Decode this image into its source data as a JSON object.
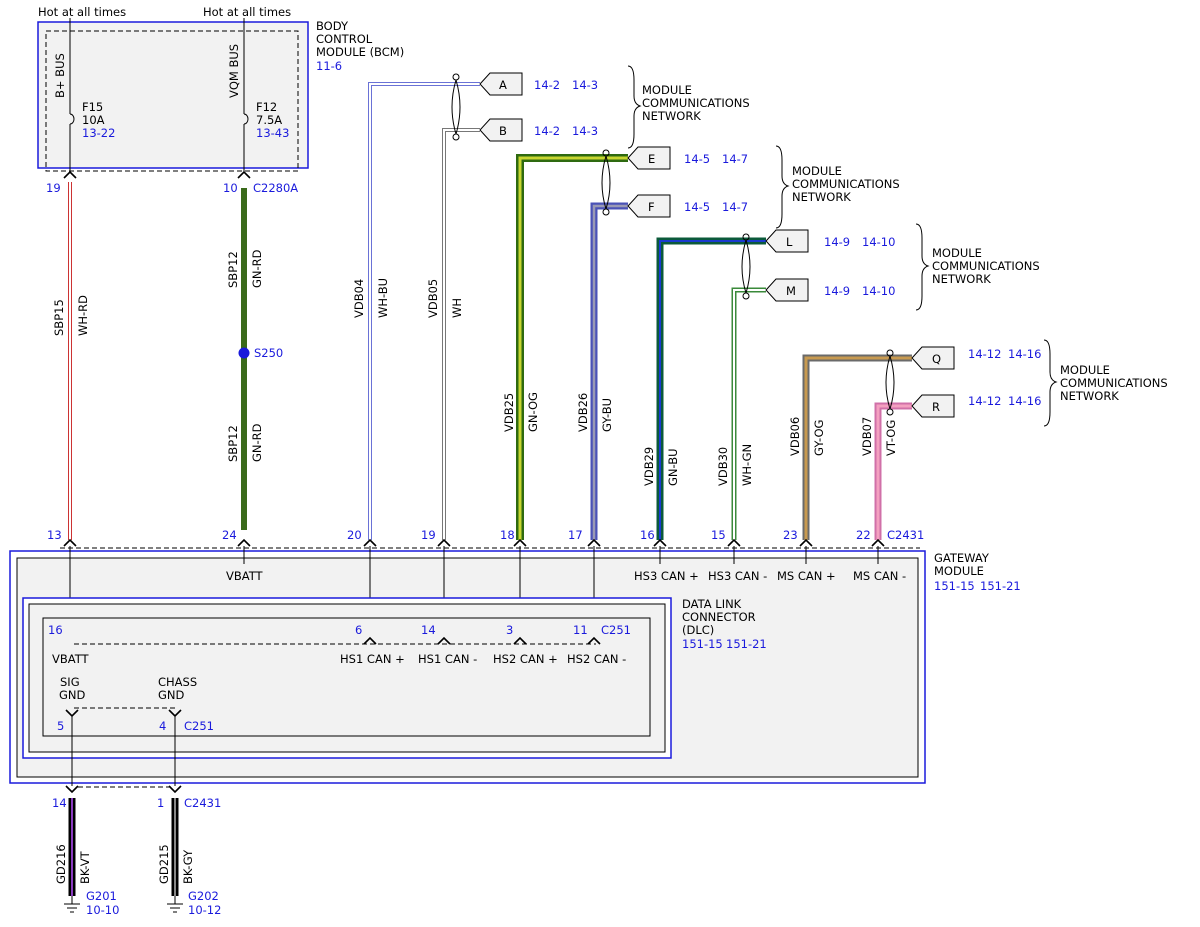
{
  "top_labels": {
    "hot1": "Hot at all times",
    "hot2": "Hot at all times"
  },
  "bcm": {
    "title_lines": [
      "BODY",
      "CONTROL",
      "MODULE (BCM)"
    ],
    "ref": "11-6",
    "bus_left": "B+ BUS",
    "bus_right": "VQM BUS",
    "fuse_left": {
      "name": "F15",
      "rating": "10A",
      "ref": "13-22"
    },
    "fuse_right": {
      "name": "F12",
      "rating": "7.5A",
      "ref": "13-43"
    },
    "pin_left": "19",
    "pin_right": "10",
    "connector": "C2280A"
  },
  "splice": {
    "name": "S250"
  },
  "circuits": {
    "sbp15": {
      "circuit": "SBP15",
      "color": "WH-RD"
    },
    "sbp12_top": {
      "circuit": "SBP12",
      "color": "GN-RD"
    },
    "sbp12_bot": {
      "circuit": "SBP12",
      "color": "GN-RD"
    },
    "vdb04": {
      "circuit": "VDB04",
      "color": "WH-BU"
    },
    "vdb05": {
      "circuit": "VDB05",
      "color": "WH"
    },
    "vdb25": {
      "circuit": "VDB25",
      "color": "GN-OG"
    },
    "vdb26": {
      "circuit": "VDB26",
      "color": "GY-BU"
    },
    "vdb29": {
      "circuit": "VDB29",
      "color": "GN-BU"
    },
    "vdb30": {
      "circuit": "VDB30",
      "color": "WH-GN"
    },
    "vdb06": {
      "circuit": "VDB06",
      "color": "GY-OG"
    },
    "vdb07": {
      "circuit": "VDB07",
      "color": "VT-OG"
    },
    "gd216": {
      "circuit": "GD216",
      "color": "BK-VT"
    },
    "gd215": {
      "circuit": "GD215",
      "color": "BK-GY"
    }
  },
  "offpage": {
    "A": {
      "letter": "A",
      "ref1": "14-2",
      "ref2": "14-3"
    },
    "B": {
      "letter": "B",
      "ref1": "14-2",
      "ref2": "14-3"
    },
    "E": {
      "letter": "E",
      "ref1": "14-5",
      "ref2": "14-7"
    },
    "F": {
      "letter": "F",
      "ref1": "14-5",
      "ref2": "14-7"
    },
    "L": {
      "letter": "L",
      "ref1": "14-9",
      "ref2": "14-10"
    },
    "M": {
      "letter": "M",
      "ref1": "14-9",
      "ref2": "14-10"
    },
    "Q": {
      "letter": "Q",
      "ref1": "14-12",
      "ref2": "14-16"
    },
    "R": {
      "letter": "R",
      "ref1": "14-12",
      "ref2": "14-16"
    }
  },
  "network_label_lines": [
    "MODULE",
    "COMMUNICATIONS",
    "NETWORK"
  ],
  "gateway": {
    "title_lines": [
      "GATEWAY",
      "MODULE"
    ],
    "ref1": "151-15",
    "ref2": "151-21",
    "connector": "C2431",
    "vbatt": "VBATT",
    "pins": [
      "13",
      "24",
      "20",
      "19",
      "18",
      "17",
      "16",
      "15",
      "23",
      "22"
    ],
    "signals": {
      "hs3p": "HS3 CAN +",
      "hs3m": "HS3 CAN -",
      "msp": "MS CAN +",
      "msm": "MS CAN -"
    }
  },
  "dlc": {
    "title_lines": [
      "DATA LINK",
      "CONNECTOR",
      "(DLC)"
    ],
    "ref1": "151-15",
    "ref2": "151-21",
    "connector": "C251",
    "pins": {
      "vbatt": "16",
      "hs1p": "6",
      "hs1m": "14",
      "hs2p": "3",
      "hs2m": "11",
      "sig": "5",
      "chass": "4"
    },
    "signals": {
      "vbatt": "VBATT",
      "hs1p": "HS1 CAN +",
      "hs1m": "HS1 CAN -",
      "hs2p": "HS2 CAN +",
      "hs2m": "HS2 CAN -"
    },
    "sig_gnd": [
      "SIG",
      "GND"
    ],
    "chass_gnd": [
      "CHASS",
      "GND"
    ]
  },
  "bottom": {
    "pin_left": "14",
    "pin_right": "1",
    "connector": "C2431",
    "g201": {
      "name": "G201",
      "ref": "10-10"
    },
    "g202": {
      "name": "G202",
      "ref": "10-12"
    }
  },
  "wire_colors": {
    "bcm_blue": "#1a1adc",
    "green": "#3a6a1a",
    "yellow_green": "#c8d630",
    "blue": "#6a72d6",
    "dark_green": "#0b5a3a",
    "tan": "#a8906a",
    "pink": "#ee88b0",
    "red": "#cc3333"
  }
}
